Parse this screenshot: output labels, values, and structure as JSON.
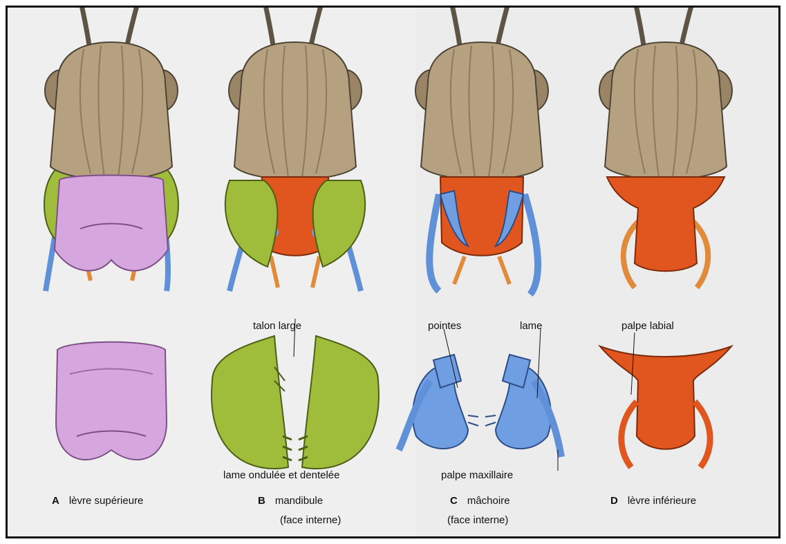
{
  "panels": [
    {
      "letter": "A",
      "title": "lèvre supérieure",
      "subtitle": ""
    },
    {
      "letter": "B",
      "title": "mandibule",
      "subtitle": "(face interne)"
    },
    {
      "letter": "C",
      "title": "mâchoire",
      "subtitle": "(face interne)"
    },
    {
      "letter": "D",
      "title": "lèvre inférieure",
      "subtitle": ""
    }
  ],
  "annotations": {
    "talon_large": "talon large",
    "lame_ondulee": "lame ondulée et dentelée",
    "pointes": "pointes",
    "lame": "lame",
    "palpe_maxillaire": "palpe maxillaire",
    "palpe_labial": "palpe labial"
  },
  "colors": {
    "head": "#b5a07f",
    "labrum": "#d6a6df",
    "mandible": "#9fbc3a",
    "maxilla": "#6f9ee2",
    "labium": "#e0561e",
    "palp_orange": "#e08a3a"
  }
}
